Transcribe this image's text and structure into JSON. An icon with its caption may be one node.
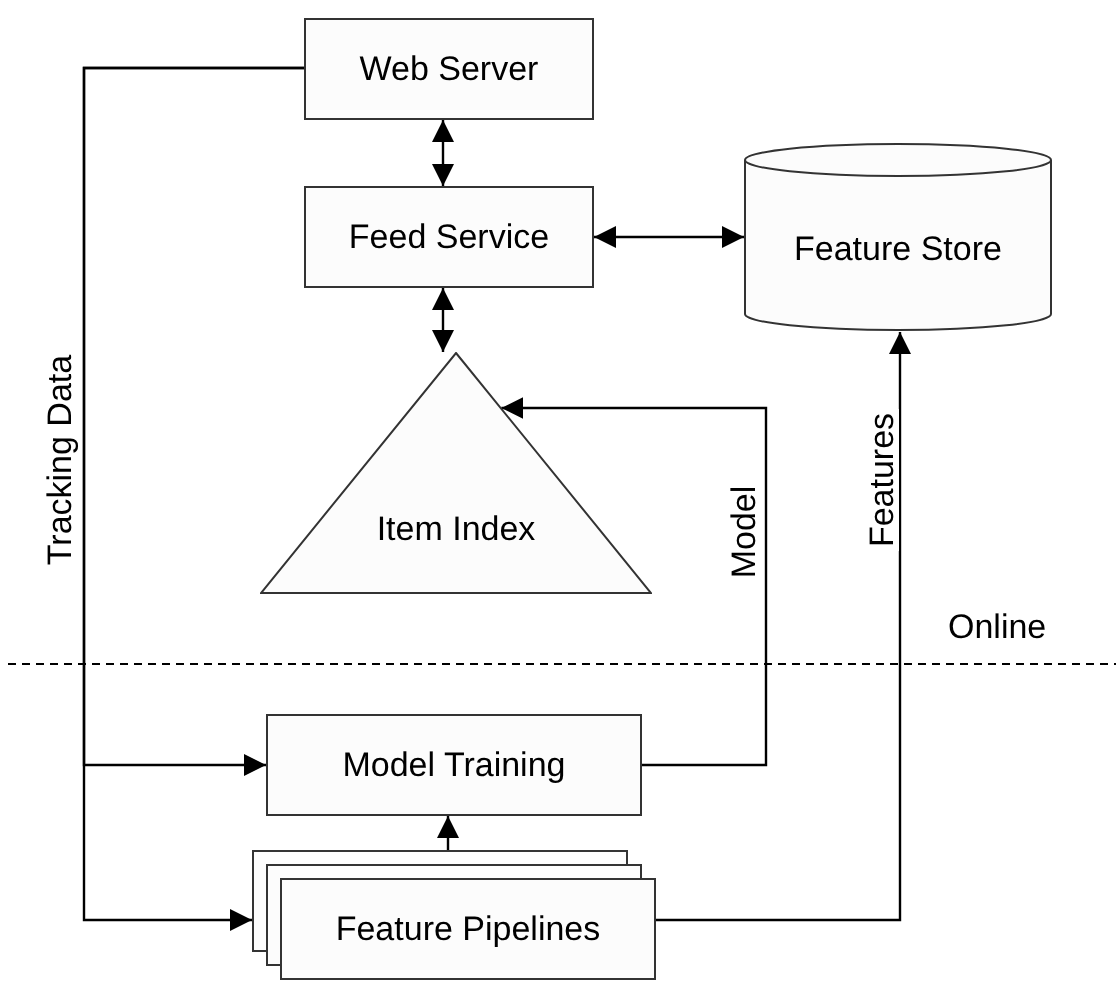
{
  "diagram": {
    "nodes": [
      {
        "text": [
          "Web Server"
        ]
      },
      {
        "text": [
          "Feed Service"
        ]
      },
      {
        "text": [
          "Feature Store"
        ]
      },
      {
        "text": [
          "Item Index"
        ]
      },
      {
        "text": [
          "Model Training"
        ]
      },
      {
        "text": [
          "Feature Pipelines"
        ]
      }
    ],
    "edges": [
      {
        "from": 0,
        "to": 4,
        "arrow": "to",
        "label": "Tracking Data"
      },
      {
        "from": 0,
        "to": 5,
        "arrow": "to"
      },
      {
        "from": 0,
        "to": 1,
        "arrow": "both"
      },
      {
        "from": 1,
        "to": 2,
        "arrow": "both"
      },
      {
        "from": 1,
        "to": 3,
        "arrow": "both"
      },
      {
        "from": 4,
        "to": 3,
        "arrow": "to",
        "label": "Model"
      },
      {
        "from": 5,
        "to": 4,
        "arrow": "to"
      },
      {
        "from": 5,
        "to": 2,
        "arrow": "to",
        "label": "Features"
      }
    ],
    "labels": [
      "Online"
    ]
  }
}
